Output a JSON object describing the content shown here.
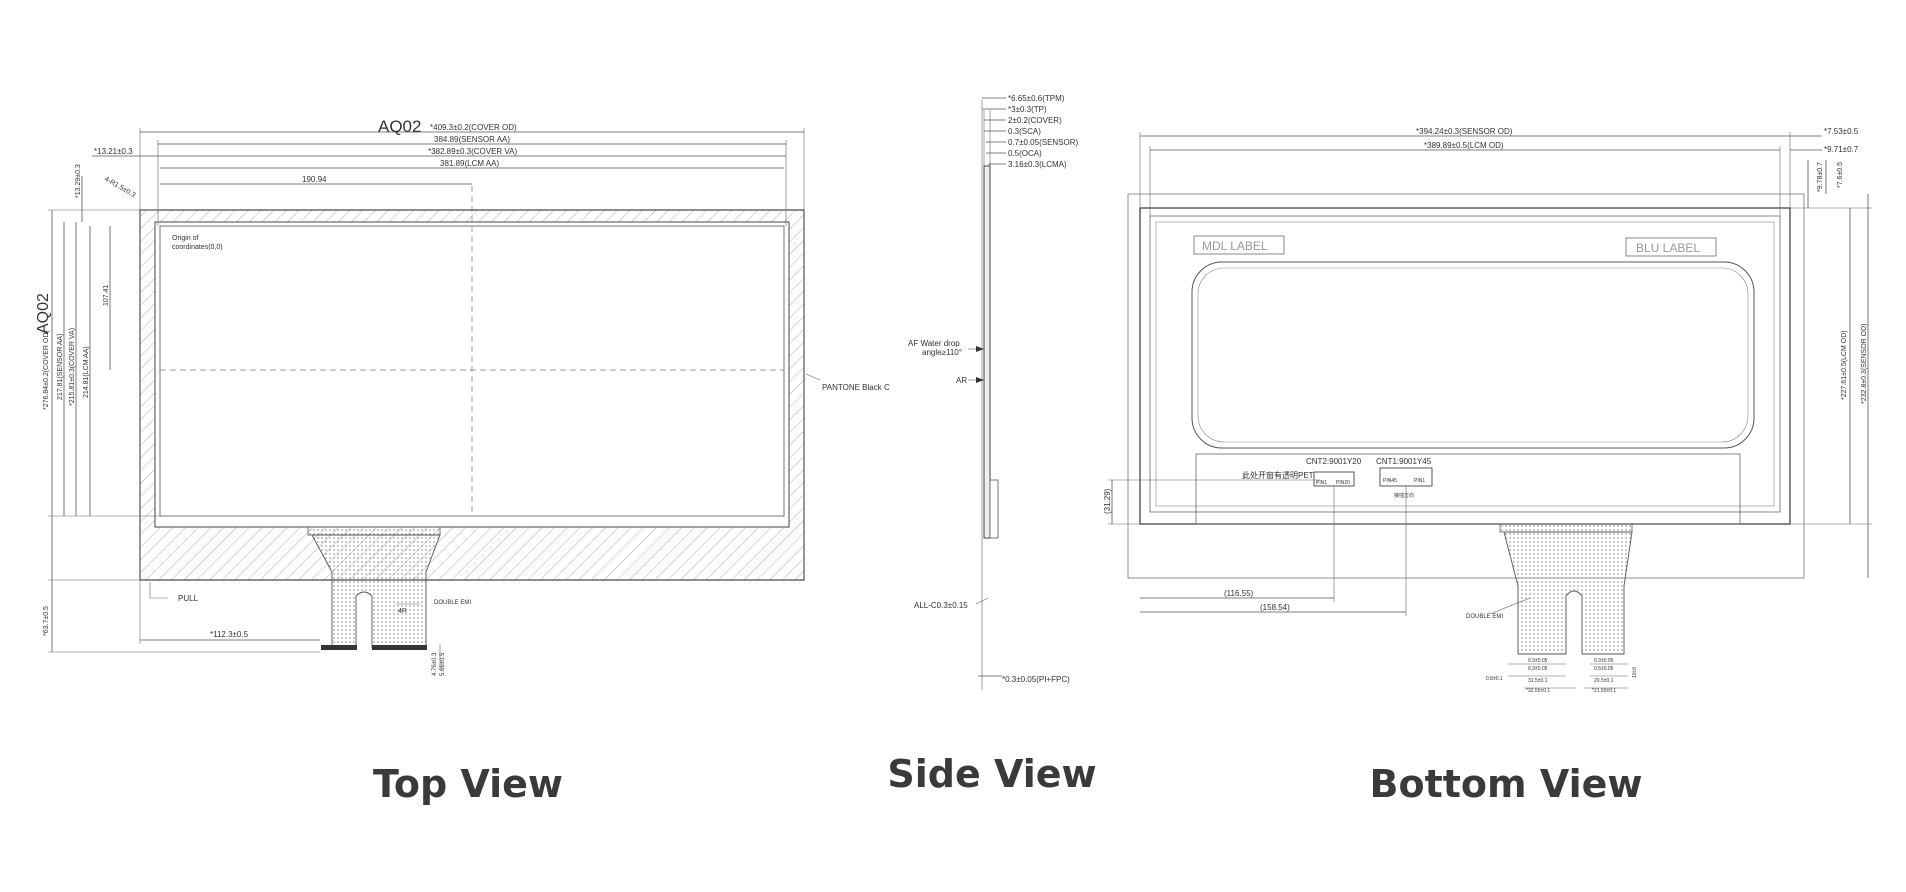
{
  "views": {
    "top": {
      "caption": "Top View",
      "title": "AQ02",
      "side_title": "AQ02",
      "dims_top": [
        "*409.3±0.2(COVER OD)",
        "384.89(SENSOR AA)",
        "*382.89±0.3(COVER VA)",
        "381.89(LCM AA)"
      ],
      "left_offset": "*13.21±0.3",
      "center_dim": "190.94",
      "corner_v": "*13.29±0.3",
      "corner_r": "4-R1.5±0.3",
      "origin": [
        "Origin of",
        "coordinates(0,0)"
      ],
      "dims_left": [
        "*276.84±0.2(COVER OD)",
        "217.81(SENSOR AA)",
        "*215.81±0.3(COVER VA)",
        "214.81(LCM AA)"
      ],
      "half_v": "107.41",
      "pantone": "PANTONE Black C",
      "pull": "PULL",
      "fpc_len": "*112.3±0.5",
      "bottom_v": "*63.7±0.5",
      "double_emi": "DOUBLE EMI",
      "r4": "4R",
      "fpc_w1": "4.76±0.3",
      "fpc_w2": "5.66±0.5"
    },
    "side": {
      "caption": "Side View",
      "stack": [
        "*6.65±0.6(TPM)",
        "*3±0.3(TP)",
        "2±0.2(COVER)",
        "0.3(SCA)",
        "0.7±0.05(SENSOR)",
        "0.5(OCA)",
        "3.16±0.3(LCMA)"
      ],
      "af": [
        "AF Water drop",
        "angle≥110°"
      ],
      "ar": "AR",
      "chamfer": "ALL-C0.3±0.15",
      "pi_fpc": "*0.3±0.05(PI+FPC)"
    },
    "bottom": {
      "caption": "Bottom View",
      "dims_top": [
        "*394.24±0.3(SENSOR OD)",
        "*389.89±0.5(LCM OD)"
      ],
      "dims_right_top": [
        "*7.53±0.5",
        "*9.71±0.7",
        "*9.78±0.7",
        "*7.6±0.5"
      ],
      "mdl_label": "MDL LABEL",
      "blu_label": "BLU LABEL",
      "cnt2": "CNT2:9001Y20",
      "cnt1": "CNT1:9001Y45",
      "pet_note": "此处开窗有透明PET",
      "pin1_l": "PIN1",
      "pin20": "PIN20",
      "pin45": "PIN45",
      "pin1_r": "PIN1",
      "sub_note": "接插方向",
      "dims_right": [
        "*227.61±0.5(LCM OD)",
        "*232.8±0.3(SENSOR OD)"
      ],
      "left_v": "(31.29)",
      "dim_h1": "(116.55)",
      "dim_h2": "(158.54)",
      "double_emi": "DOUBLE EMI",
      "fpc_dims": [
        "0.3±0.05",
        "0.3±0.05",
        "0.3±0.05",
        "0.5±0.05",
        "0.8±0.1",
        "31.5±0.1",
        "20.5±0.1",
        "*32.55±0.1",
        "*21.50±0.1",
        "10±0"
      ]
    }
  }
}
